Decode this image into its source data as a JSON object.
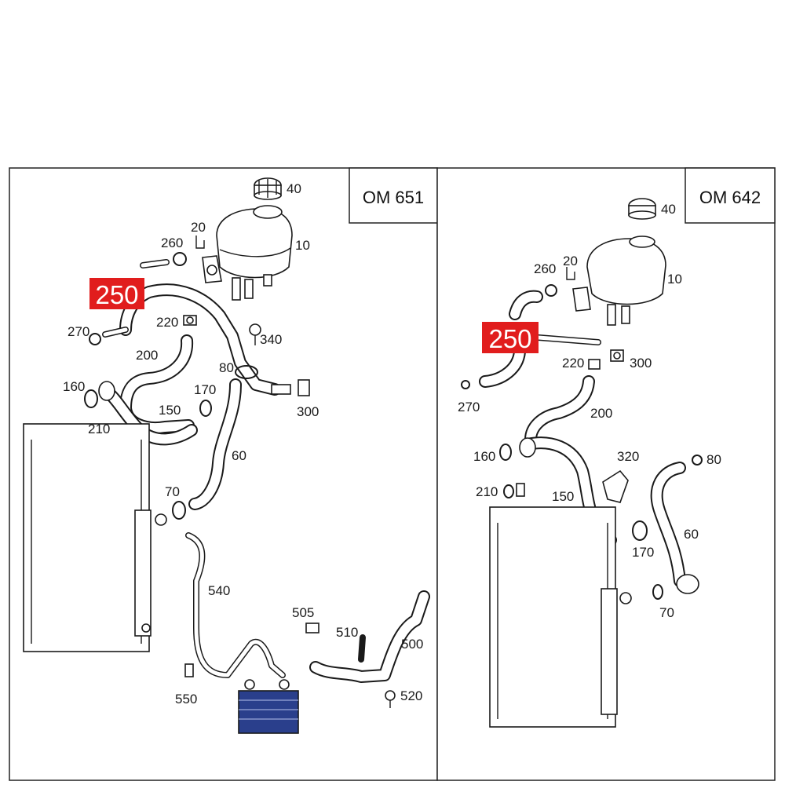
{
  "panels": [
    {
      "engine": "OM 651"
    },
    {
      "engine": "OM 642"
    }
  ],
  "highlight": {
    "part_number": "250",
    "color": "#e11d1d"
  },
  "labels_left": {
    "p40": "40",
    "p10": "10",
    "p20": "20",
    "p260": "260",
    "p270": "270",
    "p220": "220",
    "p340": "340",
    "p200": "200",
    "p80": "80",
    "p160": "160",
    "p170": "170",
    "p150": "150",
    "p300": "300",
    "p210": "210",
    "p60": "60",
    "p70": "70",
    "p540": "540",
    "p505": "505",
    "p510": "510",
    "p500": "500",
    "p520": "520",
    "p550": "550"
  },
  "labels_right": {
    "p40": "40",
    "p10": "10",
    "p20": "20",
    "p260": "260",
    "p220": "220",
    "p300": "300",
    "p270": "270",
    "p200": "200",
    "p320": "320",
    "p80": "80",
    "p160": "160",
    "p210": "210",
    "p150": "150",
    "p60": "60",
    "p170": "170",
    "p70": "70"
  }
}
